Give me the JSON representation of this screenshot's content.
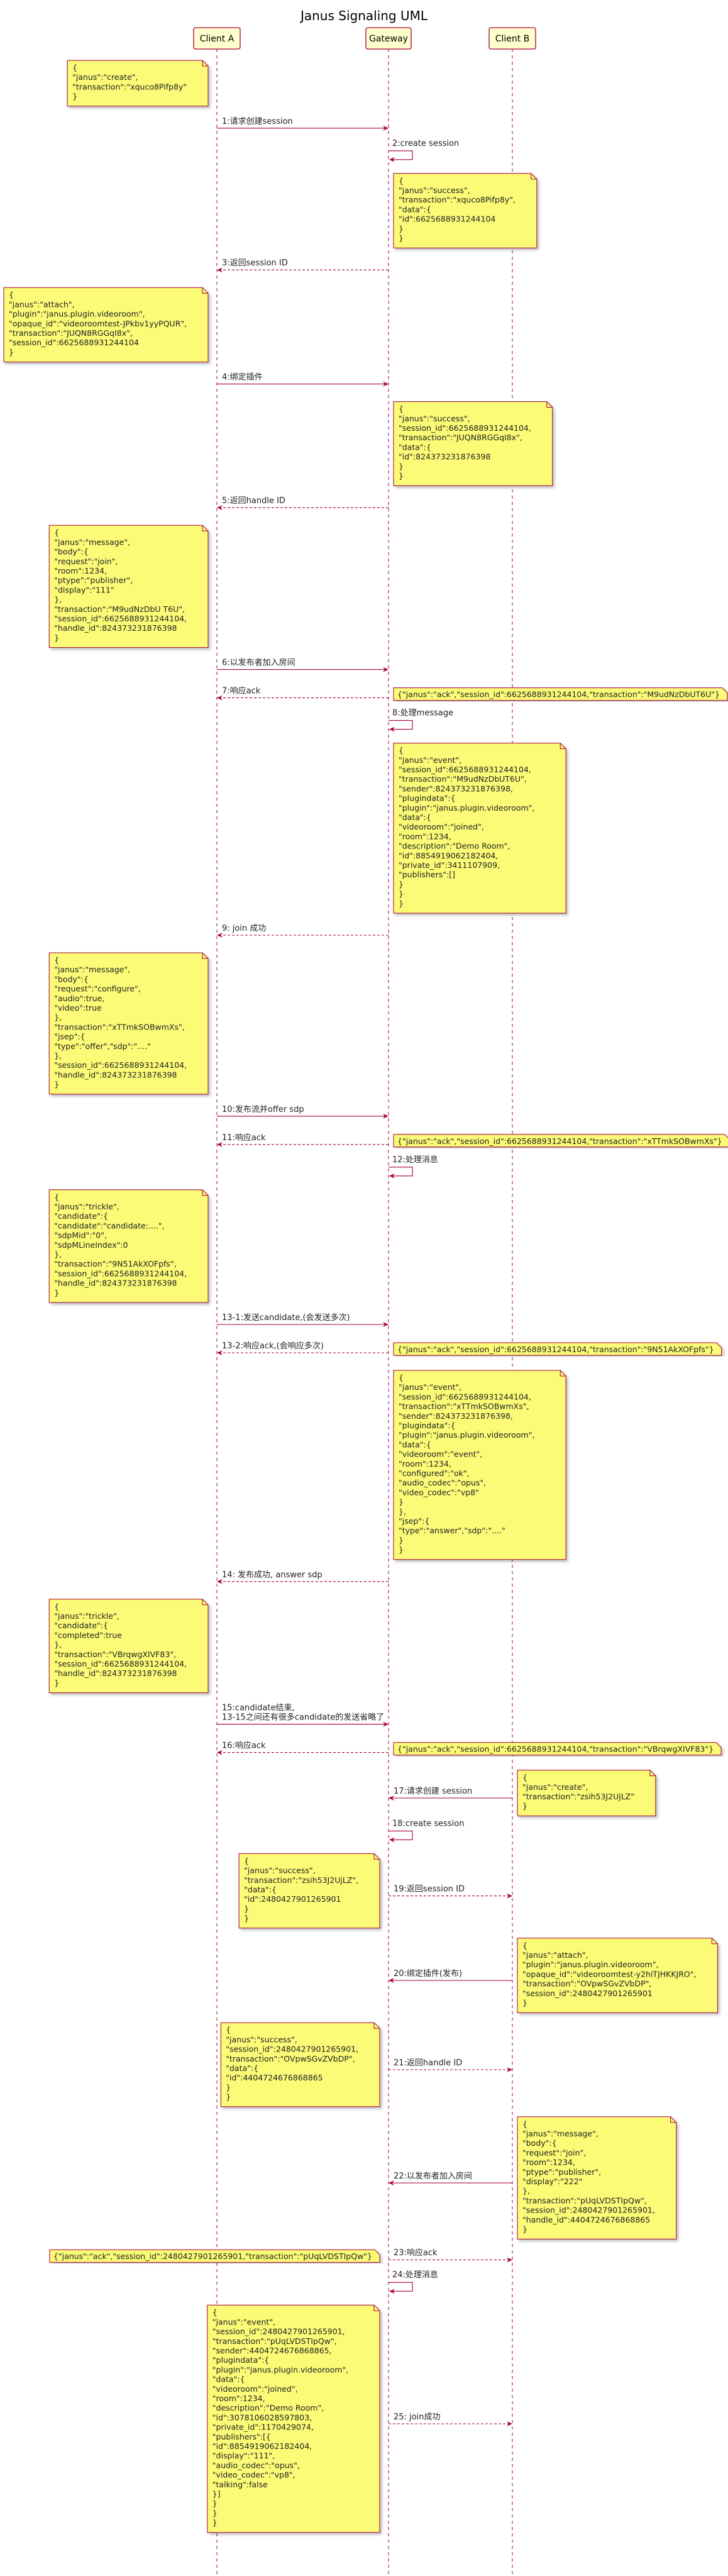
{
  "title": "Janus Signaling UML",
  "participants": [
    {
      "id": "A",
      "label": "Client A"
    },
    {
      "id": "G",
      "label": "Gateway"
    },
    {
      "id": "B",
      "label": "Client B"
    }
  ],
  "colors": {
    "arrow": "#a80036",
    "lifeline": "#a80036",
    "participant_fill": "#fefece",
    "participant_border": "#a80036",
    "note_fill": "#fbfb77",
    "note_border": "#a80036"
  },
  "steps": [
    {
      "kind": "note",
      "side": "left",
      "of": "A",
      "lines": [
        "{",
        "    \"janus\":\"create\",",
        "    \"transaction\":\"xquco8Pifp8y\"",
        "}"
      ]
    },
    {
      "kind": "msg",
      "from": "A",
      "to": "G",
      "label": [
        "1:请求创建session"
      ]
    },
    {
      "kind": "msg",
      "from": "G",
      "to": "G",
      "label": [
        "2:create session"
      ]
    },
    {
      "kind": "note",
      "side": "right",
      "of": "G",
      "lines": [
        "{",
        "    \"janus\":\"success\",",
        "    \"transaction\":\"xquco8Pifp8y\",",
        "    \"data\":{",
        "        \"id\":6625688931244104",
        "    }",
        "}"
      ]
    },
    {
      "kind": "msg",
      "from": "G",
      "to": "A",
      "dashed": true,
      "label": [
        "3:返回session ID"
      ]
    },
    {
      "kind": "note",
      "side": "left",
      "of": "A",
      "lines": [
        "{",
        "    \"janus\":\"attach\",",
        "    \"plugin\":\"janus.plugin.videoroom\",",
        "    \"opaque_id\":\"videoroomtest-JPkbv1yyPQUR\",",
        "    \"transaction\":\"JUQN8RGGqI8x\",",
        "    \"session_id\":6625688931244104",
        "}"
      ]
    },
    {
      "kind": "msg",
      "from": "A",
      "to": "G",
      "label": [
        "4:绑定插件"
      ]
    },
    {
      "kind": "note",
      "side": "right",
      "of": "G",
      "lines": [
        "{",
        "    \"janus\":\"success\",",
        "    \"session_id\":6625688931244104,",
        "    \"transaction\":\"JUQN8RGGqI8x\",",
        "    \"data\":{",
        "        \"id\":824373231876398",
        "    }",
        "}"
      ]
    },
    {
      "kind": "msg",
      "from": "G",
      "to": "A",
      "dashed": true,
      "label": [
        "5:返回handle ID"
      ]
    },
    {
      "kind": "note",
      "side": "left",
      "of": "A",
      "lines": [
        "{",
        "    \"janus\":\"message\",",
        "    \"body\":{",
        "        \"request\":\"join\",",
        "        \"room\":1234,",
        "        \"ptype\":\"publisher\",",
        "        \"display\":\"111\"",
        "    },",
        "    \"transaction\":\"M9udNzDbU T6U\",",
        "    \"session_id\":6625688931244104,",
        "    \"handle_id\":824373231876398",
        "}"
      ]
    },
    {
      "kind": "msg",
      "from": "A",
      "to": "G",
      "label": [
        "6:以发布者加入房间"
      ]
    },
    {
      "kind": "msg",
      "from": "G",
      "to": "A",
      "dashed": true,
      "label": [
        "7:响应ack"
      ],
      "inline_note": "{\"janus\":\"ack\",\"session_id\":6625688931244104,\"transaction\":\"M9udNzDbUT6U\"}"
    },
    {
      "kind": "msg",
      "from": "G",
      "to": "G",
      "label": [
        "8:处理message"
      ]
    },
    {
      "kind": "note",
      "side": "right",
      "of": "G",
      "lines": [
        "{",
        "    \"janus\":\"event\",",
        "    \"session_id\":6625688931244104,",
        "    \"transaction\":\"M9udNzDbUT6U\",",
        "    \"sender\":824373231876398,",
        "    \"plugindata\":{",
        "        \"plugin\":\"janus.plugin.videoroom\",",
        "        \"data\":{",
        "            \"videoroom\":\"joined\",",
        "            \"room\":1234,",
        "            \"description\":\"Demo Room\",",
        "            \"id\":8854919062182404,",
        "            \"private_id\":3411107909,",
        "            \"publishers\":[]",
        "        }",
        "    }",
        "}"
      ]
    },
    {
      "kind": "msg",
      "from": "G",
      "to": "A",
      "dashed": true,
      "label": [
        "9: join 成功"
      ]
    },
    {
      "kind": "note",
      "side": "left",
      "of": "A",
      "lines": [
        "{",
        "    \"janus\":\"message\",",
        "    \"body\":{",
        "        \"request\":\"configure\",",
        "        \"audio\":true,",
        "        \"video\":true",
        "    },",
        "    \"transaction\":\"xTTmkSOBwmXs\",",
        "    \"jsep\":{",
        "        \"type\":\"offer\",\"sdp\":\"....\"",
        "    },",
        "    \"session_id\":6625688931244104,",
        "    \"handle_id\":824373231876398",
        "}"
      ]
    },
    {
      "kind": "msg",
      "from": "A",
      "to": "G",
      "label": [
        "10:发布流并offer sdp"
      ]
    },
    {
      "kind": "msg",
      "from": "G",
      "to": "A",
      "dashed": true,
      "label": [
        "11:响应ack"
      ],
      "inline_note": "{\"janus\":\"ack\",\"session_id\":6625688931244104,\"transaction\":\"xTTmkSOBwmXs\"}"
    },
    {
      "kind": "msg",
      "from": "G",
      "to": "G",
      "label": [
        "12:处理消息"
      ]
    },
    {
      "kind": "note",
      "side": "left",
      "of": "A",
      "lines": [
        "{",
        "    \"janus\":\"trickle\",",
        "    \"candidate\":{",
        "        \"candidate\":\"candidate:....\",",
        "        \"sdpMid\":\"0\",",
        "        \"sdpMLineIndex\":0",
        "    },",
        "    \"transaction\":\"9N51AkXOFpfs\",",
        "    \"session_id\":6625688931244104,",
        "    \"handle_id\":824373231876398",
        "}"
      ]
    },
    {
      "kind": "msg",
      "from": "A",
      "to": "G",
      "label": [
        "13-1:发送candidate,(会发送多次)"
      ]
    },
    {
      "kind": "msg",
      "from": "G",
      "to": "A",
      "dashed": true,
      "label": [
        "13-2:响应ack,(会响应多次)"
      ],
      "inline_note": "{\"janus\":\"ack\",\"session_id\":6625688931244104,\"transaction\":\"9N51AkXOFpfs\"}"
    },
    {
      "kind": "note",
      "side": "right",
      "of": "G",
      "lines": [
        "{",
        "    \"janus\":\"event\",",
        "    \"session_id\":6625688931244104,",
        "    \"transaction\":\"xTTmkSOBwmXs\",",
        "    \"sender\":824373231876398,",
        "    \"plugindata\":{",
        "        \"plugin\":\"janus.plugin.videoroom\",",
        "        \"data\":{",
        "            \"videoroom\":\"event\",",
        "            \"room\":1234,",
        "            \"configured\":\"ok\",",
        "            \"audio_codec\":\"opus\",",
        "            \"video_codec\":\"vp8\"",
        "        }",
        "    },",
        "    \"jsep\":{",
        "        \"type\":\"answer\",\"sdp\":\"....\"",
        "    }",
        "}"
      ]
    },
    {
      "kind": "msg",
      "from": "G",
      "to": "A",
      "dashed": true,
      "label": [
        "14:  发布成功,  answer sdp"
      ]
    },
    {
      "kind": "note",
      "side": "left",
      "of": "A",
      "lines": [
        "{",
        "    \"janus\":\"trickle\",",
        "    \"candidate\":{",
        "        \"completed\":true",
        "    },",
        "    \"transaction\":\"VBrqwgXIVF83\",",
        "    \"session_id\":6625688931244104,",
        "    \"handle_id\":824373231876398",
        "}"
      ]
    },
    {
      "kind": "msg",
      "from": "A",
      "to": "G",
      "label": [
        "15:candidate结束,",
        "13-15之间还有很多candidate的发送省略了"
      ]
    },
    {
      "kind": "msg",
      "from": "G",
      "to": "A",
      "dashed": true,
      "label": [
        "16:响应ack"
      ],
      "inline_note": "{\"janus\":\"ack\",\"session_id\":6625688931244104,\"transaction\":\"VBrqwgXIVF83\"}"
    },
    {
      "kind": "msg",
      "from": "B",
      "to": "G",
      "label": [
        "17:请求创建 session"
      ],
      "side_note": [
        "{",
        "    \"janus\":\"create\",",
        "    \"transaction\":\"zsih53J2UjLZ\"",
        "}"
      ]
    },
    {
      "kind": "msg",
      "from": "G",
      "to": "G",
      "label": [
        "18:create session"
      ]
    },
    {
      "kind": "msg",
      "from": "G",
      "to": "B",
      "dashed": true,
      "label": [
        "19:返回session ID"
      ],
      "side_note": [
        "{",
        "    \"janus\":\"success\",",
        "    \"transaction\":\"zsih53J2UjLZ\",",
        "    \"data\":{",
        "        \"id\":2480427901265901",
        "    }",
        "}"
      ]
    },
    {
      "kind": "msg",
      "from": "B",
      "to": "G",
      "label": [
        "20:绑定插件(发布)"
      ],
      "side_note": [
        "{",
        "    \"janus\":\"attach\",",
        "    \"plugin\":\"janus.plugin.videoroom\",",
        "    \"opaque_id\":\"videoroomtest-y2hiTJHKKJRO\",",
        "    \"transaction\":\"OVpwSGvZVbDP\",",
        "    \"session_id\":2480427901265901",
        "}"
      ]
    },
    {
      "kind": "msg",
      "from": "G",
      "to": "B",
      "dashed": true,
      "label": [
        "21:返回handle ID"
      ],
      "side_note": [
        "{",
        "    \"janus\":\"success\",",
        "    \"session_id\":2480427901265901,",
        "    \"transaction\":\"OVpwSGvZVbDP\",",
        "    \"data\":{",
        "        \"id\":4404724676868865",
        "    }",
        "}"
      ]
    },
    {
      "kind": "msg",
      "from": "B",
      "to": "G",
      "label": [
        "22:以发布者加入房间"
      ],
      "side_note": [
        "{",
        "    \"janus\":\"message\",",
        "    \"body\":{",
        "        \"request\":\"join\",",
        "        \"room\":1234,",
        "        \"ptype\":\"publisher\",",
        "        \"display\":\"222\"",
        "    },",
        "    \"transaction\":\"pUqLVDSTIpQw\",",
        "    \"session_id\":2480427901265901,",
        "    \"handle_id\":4404724676868865",
        "}"
      ]
    },
    {
      "kind": "msg",
      "from": "G",
      "to": "B",
      "dashed": true,
      "label": [
        "23:响应ack"
      ],
      "inline_note_left": "{\"janus\":\"ack\",\"session_id\":2480427901265901,\"transaction\":\"pUqLVDSTIpQw\"}"
    },
    {
      "kind": "msg",
      "from": "G",
      "to": "G",
      "label": [
        "24:处理消息"
      ]
    },
    {
      "kind": "msg",
      "from": "G",
      "to": "B",
      "dashed": true,
      "label": [
        "25: join成功"
      ],
      "side_note": [
        "{",
        "    \"janus\":\"event\",",
        "    \"session_id\":2480427901265901,",
        "    \"transaction\":\"pUqLVDSTIpQw\",",
        "    \"sender\":4404724676868865,",
        "    \"plugindata\":{",
        "        \"plugin\":\"janus.plugin.videoroom\",",
        "        \"data\":{",
        "            \"videoroom\":\"joined\",",
        "            \"room\":1234,",
        "            \"description\":\"Demo Room\",",
        "            \"id\":3078106028597803,",
        "            \"private_id\":1170429074,",
        "            \"publishers\":[{",
        "                \"id\":8854919062182404,",
        "                \"display\":\"111\",",
        "                \"audio_codec\":\"opus\",",
        "                \"video_codec\":\"vp8\",",
        "                \"talking\":false",
        "            }]",
        "        }",
        "    }",
        "}"
      ]
    }
  ]
}
